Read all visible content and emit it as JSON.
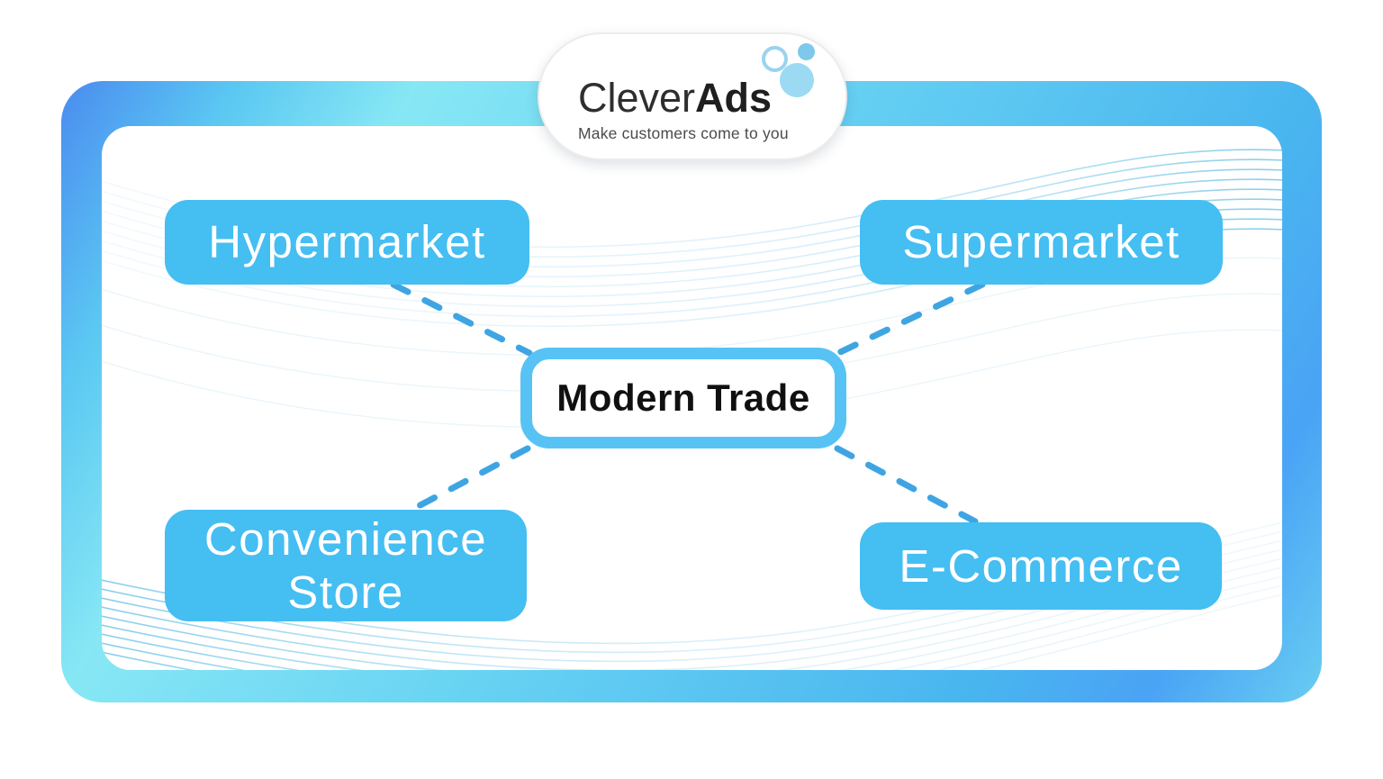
{
  "logo": {
    "brand_regular": "Clever",
    "brand_bold": "Ads",
    "tagline": "Make customers come to you"
  },
  "diagram": {
    "center": {
      "id": "modern-trade",
      "label": "Modern Trade"
    },
    "nodes": [
      {
        "id": "hypermarket",
        "label": "Hypermarket"
      },
      {
        "id": "supermarket",
        "label": "Supermarket"
      },
      {
        "id": "convenience-store",
        "label": "Convenience Store"
      },
      {
        "id": "e-commerce",
        "label": "E-Commerce"
      }
    ],
    "edges": [
      {
        "from": "modern-trade",
        "to": "hypermarket",
        "style": "dashed"
      },
      {
        "from": "modern-trade",
        "to": "supermarket",
        "style": "dashed"
      },
      {
        "from": "modern-trade",
        "to": "convenience-store",
        "style": "dashed"
      },
      {
        "from": "modern-trade",
        "to": "e-commerce",
        "style": "dashed"
      }
    ]
  },
  "colors": {
    "node-fill": "#45BEF2",
    "connector": "#3FA5E2",
    "center-border": "#57C3F4",
    "ink": "#101010",
    "frame-a": "#4A8BF0",
    "frame-b": "#5BC8F2",
    "frame-c": "#87E7F4",
    "frame-d": "#6AD4F3",
    "frame-e": "#49B5EF",
    "frame-f": "#4AA3F5",
    "frame-g": "#68CDF2",
    "bubble-ring": "#9AD3EF",
    "bubble-small": "#7EC8EB",
    "bubble-large": "#9CD9F3"
  }
}
